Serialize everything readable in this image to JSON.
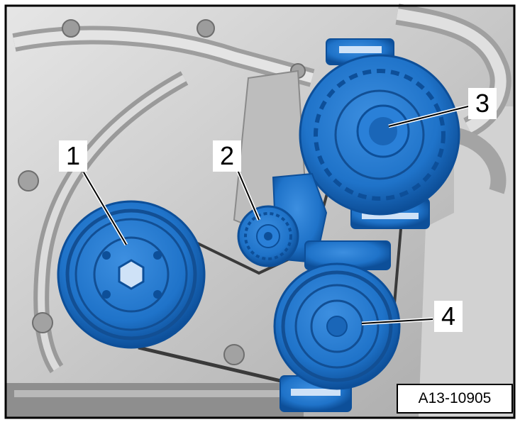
{
  "callouts": [
    {
      "label": "1",
      "part": "crankshaft-pulley"
    },
    {
      "label": "2",
      "part": "tensioner-pulley"
    },
    {
      "label": "3",
      "part": "alternator-pulley"
    },
    {
      "label": "4",
      "part": "ac-compressor-pulley"
    }
  ],
  "figure_ref": "A13-10905",
  "colors": {
    "component_blue": "#1f73c9",
    "component_blue_dark": "#0d4f99",
    "engine_gray": "#c9c9c9",
    "belt": "#3a3a3a",
    "border": "#000000"
  }
}
